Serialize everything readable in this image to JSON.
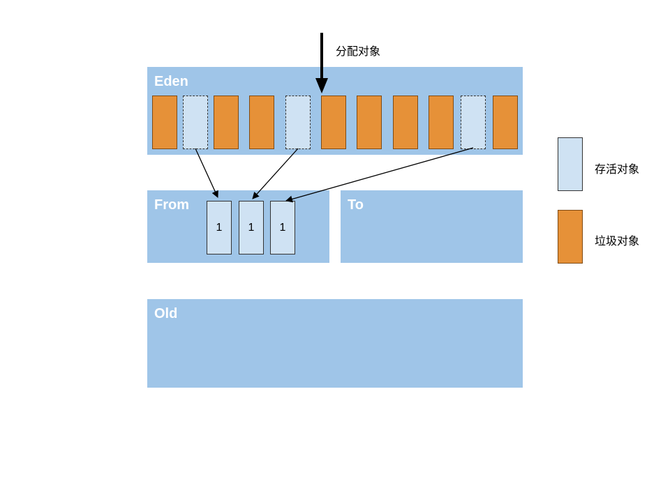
{
  "regions": {
    "eden": "Eden",
    "from": "From",
    "to": "To",
    "old": "Old"
  },
  "eden_objects": [
    "garbage",
    "alive",
    "garbage",
    "garbage",
    "alive",
    "garbage",
    "garbage",
    "garbage",
    "garbage",
    "alive",
    "garbage"
  ],
  "survivors": [
    "1",
    "1",
    "1"
  ],
  "allocation_label": "分配对象",
  "legend": {
    "alive": "存活对象",
    "garbage": "垃圾对象"
  },
  "colors": {
    "region": "#9fc5e8",
    "alive_object": "#cfe2f3",
    "garbage_object": "#e69138"
  }
}
